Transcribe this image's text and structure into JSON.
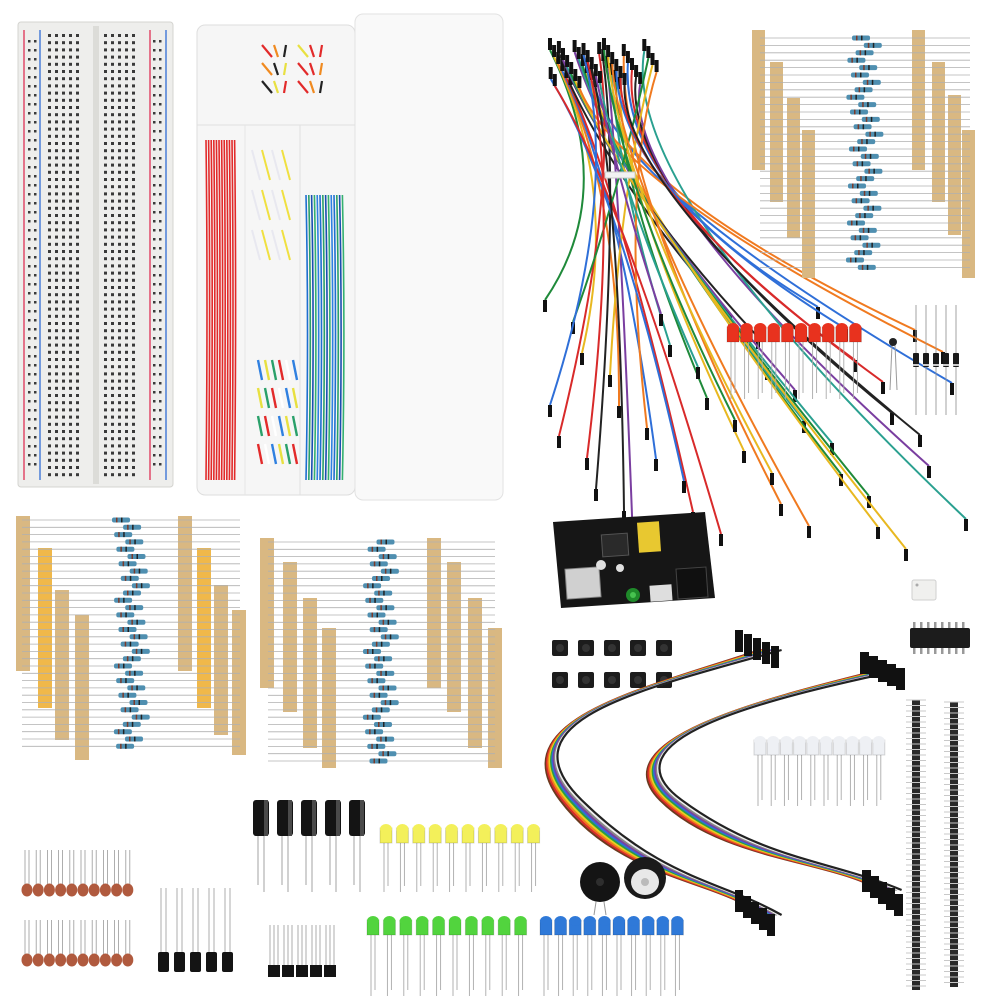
{
  "colors": {
    "background": "#ffffff",
    "breadboard": "#eeeeec",
    "rail_red": "#e04a6a",
    "rail_blue": "#4a7fd8",
    "tape": "#d9b882",
    "tape_yellow": "#f0b84a",
    "resistor_body": "#4f8fb0",
    "led_red": "#e8321e",
    "led_yellow": "#f3f05a",
    "led_green": "#52d43e",
    "led_blue": "#2f79d8",
    "led_white": "#eef0f4",
    "capacitor": "#b05a3e",
    "pcb": "#161616",
    "header_pin": "#2a2a2a"
  },
  "component_counts": {
    "resistor_strips": 24,
    "red_leds": 10,
    "yellow_leds": 10,
    "green_leds": 10,
    "blue_leds": 10,
    "white_leds": 10,
    "push_buttons": 10,
    "ceramic_capacitors": 20,
    "electrolytic_large": 5,
    "electrolytic_small": 5,
    "transistors": 5,
    "diodes": 5,
    "buzzers": 2,
    "pin_headers": 2
  }
}
